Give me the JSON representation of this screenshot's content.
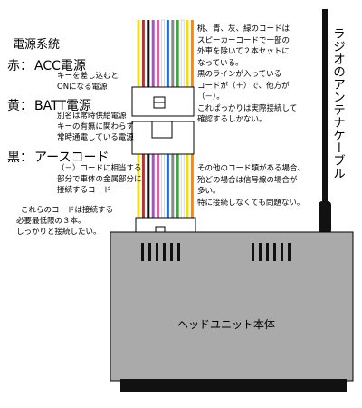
{
  "legend": {
    "title": "電源系統",
    "red": {
      "key": "赤：",
      "name": "ACC電源",
      "desc": [
        "キーを差し込むと",
        "ONになる電源"
      ]
    },
    "yellow": {
      "key": "黄：",
      "name": "BATT電源",
      "desc": [
        "別名は常時供給電源",
        "キーの有無に関わらず",
        "常時通電している電源"
      ]
    },
    "black": {
      "key": "黒：",
      "name": "アースコード",
      "desc": [
        "（－）コードに相当する",
        "部分で車体の金属部分に",
        "接続するコード"
      ]
    },
    "footer": [
      "これらのコードは接続する",
      "必要最低限の３本。",
      "しっかりと接続したい。"
    ]
  },
  "note_top": [
    "桃、青、灰、緑のコードは",
    "スピーカーコードで一部の",
    "外車を除いて２本セットに",
    "なっている。",
    "黒のラインが入っている",
    "コードが（＋）で、他方が",
    "（－）。",
    "これぱっかりは実際接続して",
    "確認するしかない。"
  ],
  "note_mid": [
    "その他のコード類がある場合、",
    "殆どの場合は信号線の場合が",
    "多い。",
    "特に接続しなくても問題ない。"
  ],
  "antenna_label": "ラジオのアンテナケーブル",
  "unit_label": "ヘッドユニット本体",
  "wire_colors": [
    "#f0e010",
    "#e02020",
    "#111111",
    "#9a5ab8",
    "#ff4fb0",
    "#ffffff",
    "#2a6ae0",
    "#8a8a8a",
    "#32b032",
    "#ffffff",
    "#f0e010",
    "#ff8800"
  ],
  "colors": {
    "unit_body": "#aaaaaa",
    "unit_base": "#111111",
    "connector": "#ffffff"
  }
}
